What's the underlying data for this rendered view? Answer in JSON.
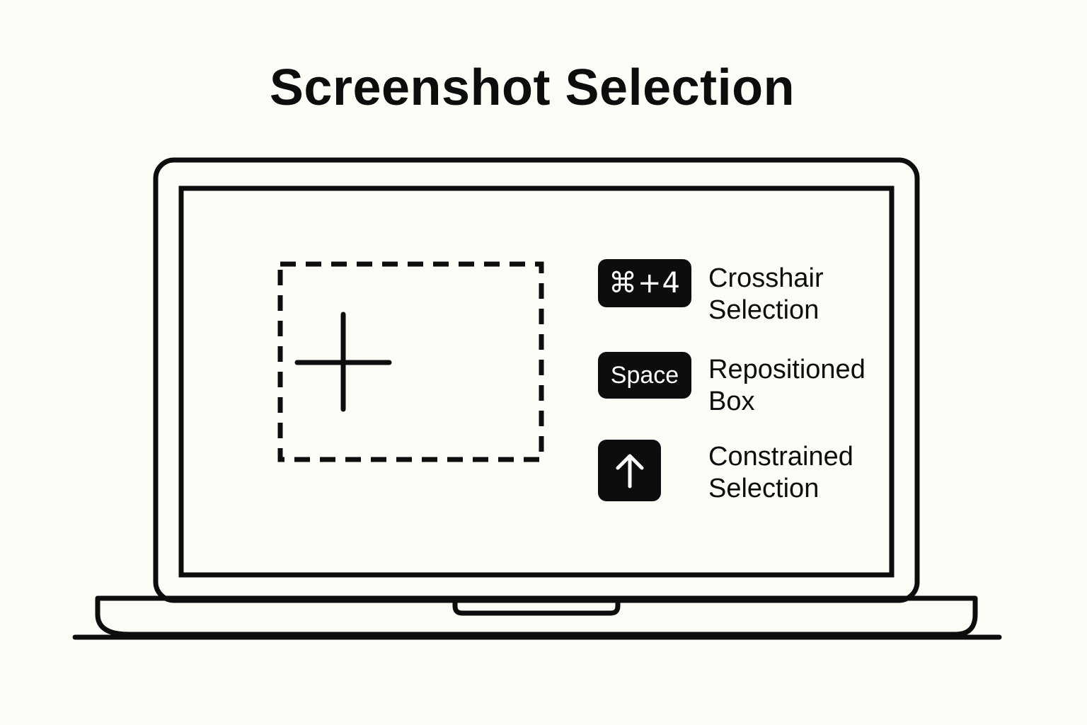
{
  "title": "Screenshot Selection",
  "shortcuts": [
    {
      "key": "⌘+4",
      "label_line1": "Crosshair",
      "label_line2": "Selection",
      "icon": "command-plus-4-key-icon"
    },
    {
      "key": "Space",
      "label_line1": "Repositioned",
      "label_line2": "Box",
      "icon": "space-key-icon"
    },
    {
      "key": "",
      "label_line1": "Constrained",
      "label_line2": "Selection",
      "icon": "shift-arrow-up-icon"
    }
  ],
  "illustration": {
    "device_icon": "laptop-icon",
    "selection_icon": "dashed-selection-box-icon",
    "cursor_icon": "crosshair-icon"
  },
  "colors": {
    "background": "#fdfcf7",
    "ink": "#0d0d0d",
    "key_text": "#ffffff"
  }
}
